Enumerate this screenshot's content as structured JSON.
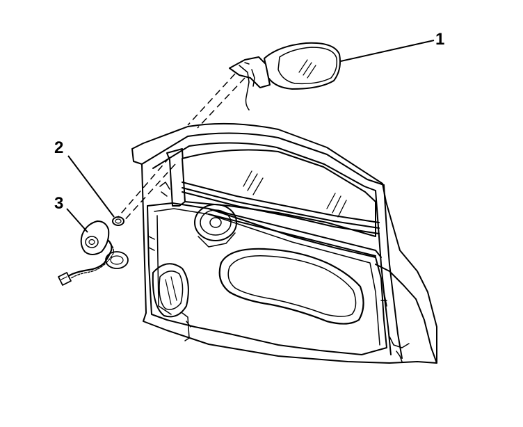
{
  "callouts": [
    {
      "id": "1",
      "label": "1"
    },
    {
      "id": "2",
      "label": "2"
    },
    {
      "id": "3",
      "label": "3"
    }
  ],
  "colors": {
    "ink": "#000000",
    "background": "#ffffff",
    "shade": "#d9d9d9"
  }
}
